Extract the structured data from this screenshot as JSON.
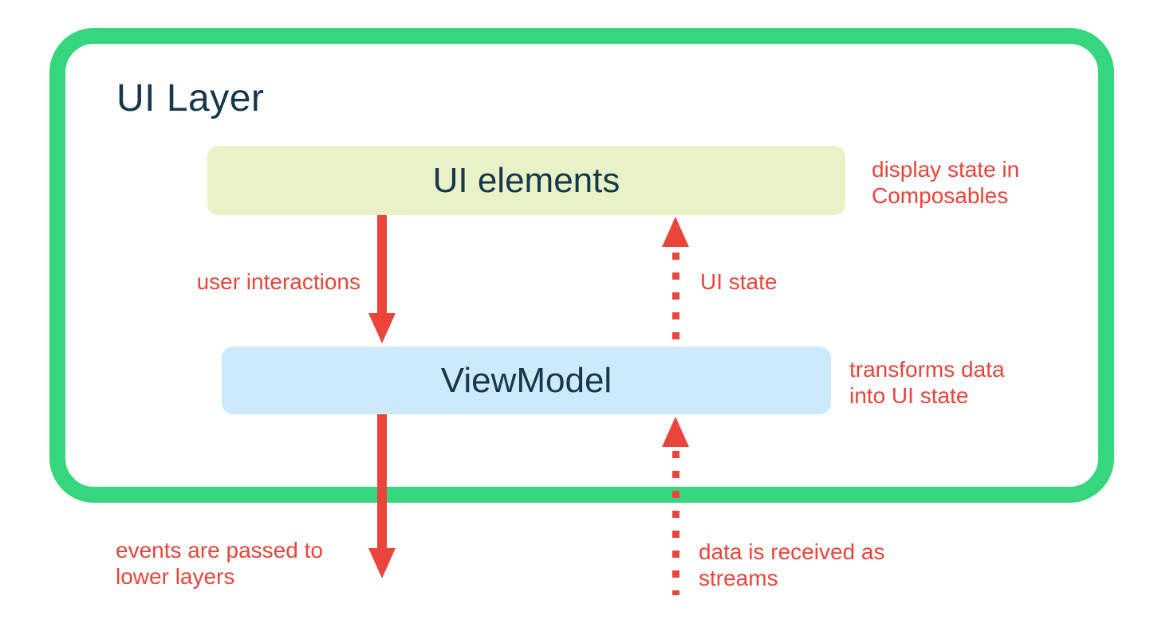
{
  "title": "UI Layer",
  "boxes": {
    "ui_elements": {
      "label": "UI elements"
    },
    "viewmodel": {
      "label": "ViewModel"
    }
  },
  "annotations": {
    "display_state": {
      "line1": "display state in",
      "line2": "Composables"
    },
    "transforms": {
      "line1": "transforms data",
      "line2": "into UI state"
    },
    "user_interactions": {
      "text": "user interactions"
    },
    "ui_state": {
      "text": "UI state"
    },
    "events": {
      "line1": "events are passed to",
      "line2": "lower layers"
    },
    "data_streams": {
      "line1": "data is received as",
      "line2": "streams"
    }
  },
  "arrows": {
    "user_interactions": {
      "style": "solid",
      "direction": "down",
      "from": "UI elements",
      "to": "ViewModel"
    },
    "ui_state": {
      "style": "dotted",
      "direction": "up",
      "from": "ViewModel",
      "to": "UI elements"
    },
    "events": {
      "style": "solid",
      "direction": "down",
      "from": "ViewModel",
      "to": "lower layers"
    },
    "data_streams": {
      "style": "dotted",
      "direction": "up",
      "from": "data streams",
      "to": "ViewModel"
    }
  },
  "colors": {
    "frame_green": "#35d67d",
    "box_yellow_green": "#e9f2c7",
    "box_blue": "#cdeafb",
    "arrow_red": "#e9453a",
    "text_navy": "#16374d",
    "background": "#ffffff"
  }
}
